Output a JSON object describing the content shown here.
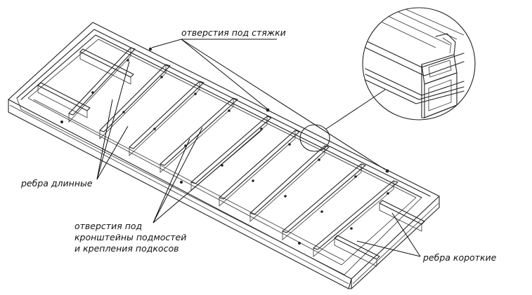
{
  "labels": {
    "tie_holes": "отверстия под стяжки",
    "long_ribs": "ребра длинные",
    "bracket_holes_line1": "отверстия под",
    "bracket_holes_line2": "кронштейны подмостей",
    "bracket_holes_line3": "и крепления подкосов",
    "short_ribs": "ребра короткие"
  },
  "colors": {
    "line": "#222222",
    "background": "#ffffff"
  }
}
